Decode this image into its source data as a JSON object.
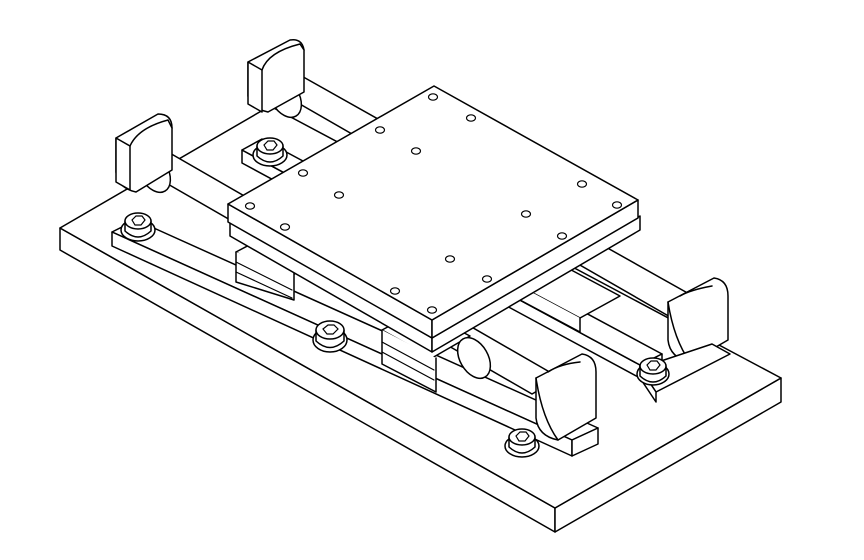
{
  "drawing": {
    "subject": "linear-slide-stage",
    "view": "isometric",
    "style": "black-line-on-white",
    "colors": {
      "line": "#000000",
      "fill": "#ffffff",
      "background": "#ffffff"
    },
    "icons": [
      "base-plate",
      "guide-rail",
      "end-block",
      "socket-cap-screw",
      "carriage-table",
      "bearing-block",
      "mounting-hole"
    ]
  }
}
